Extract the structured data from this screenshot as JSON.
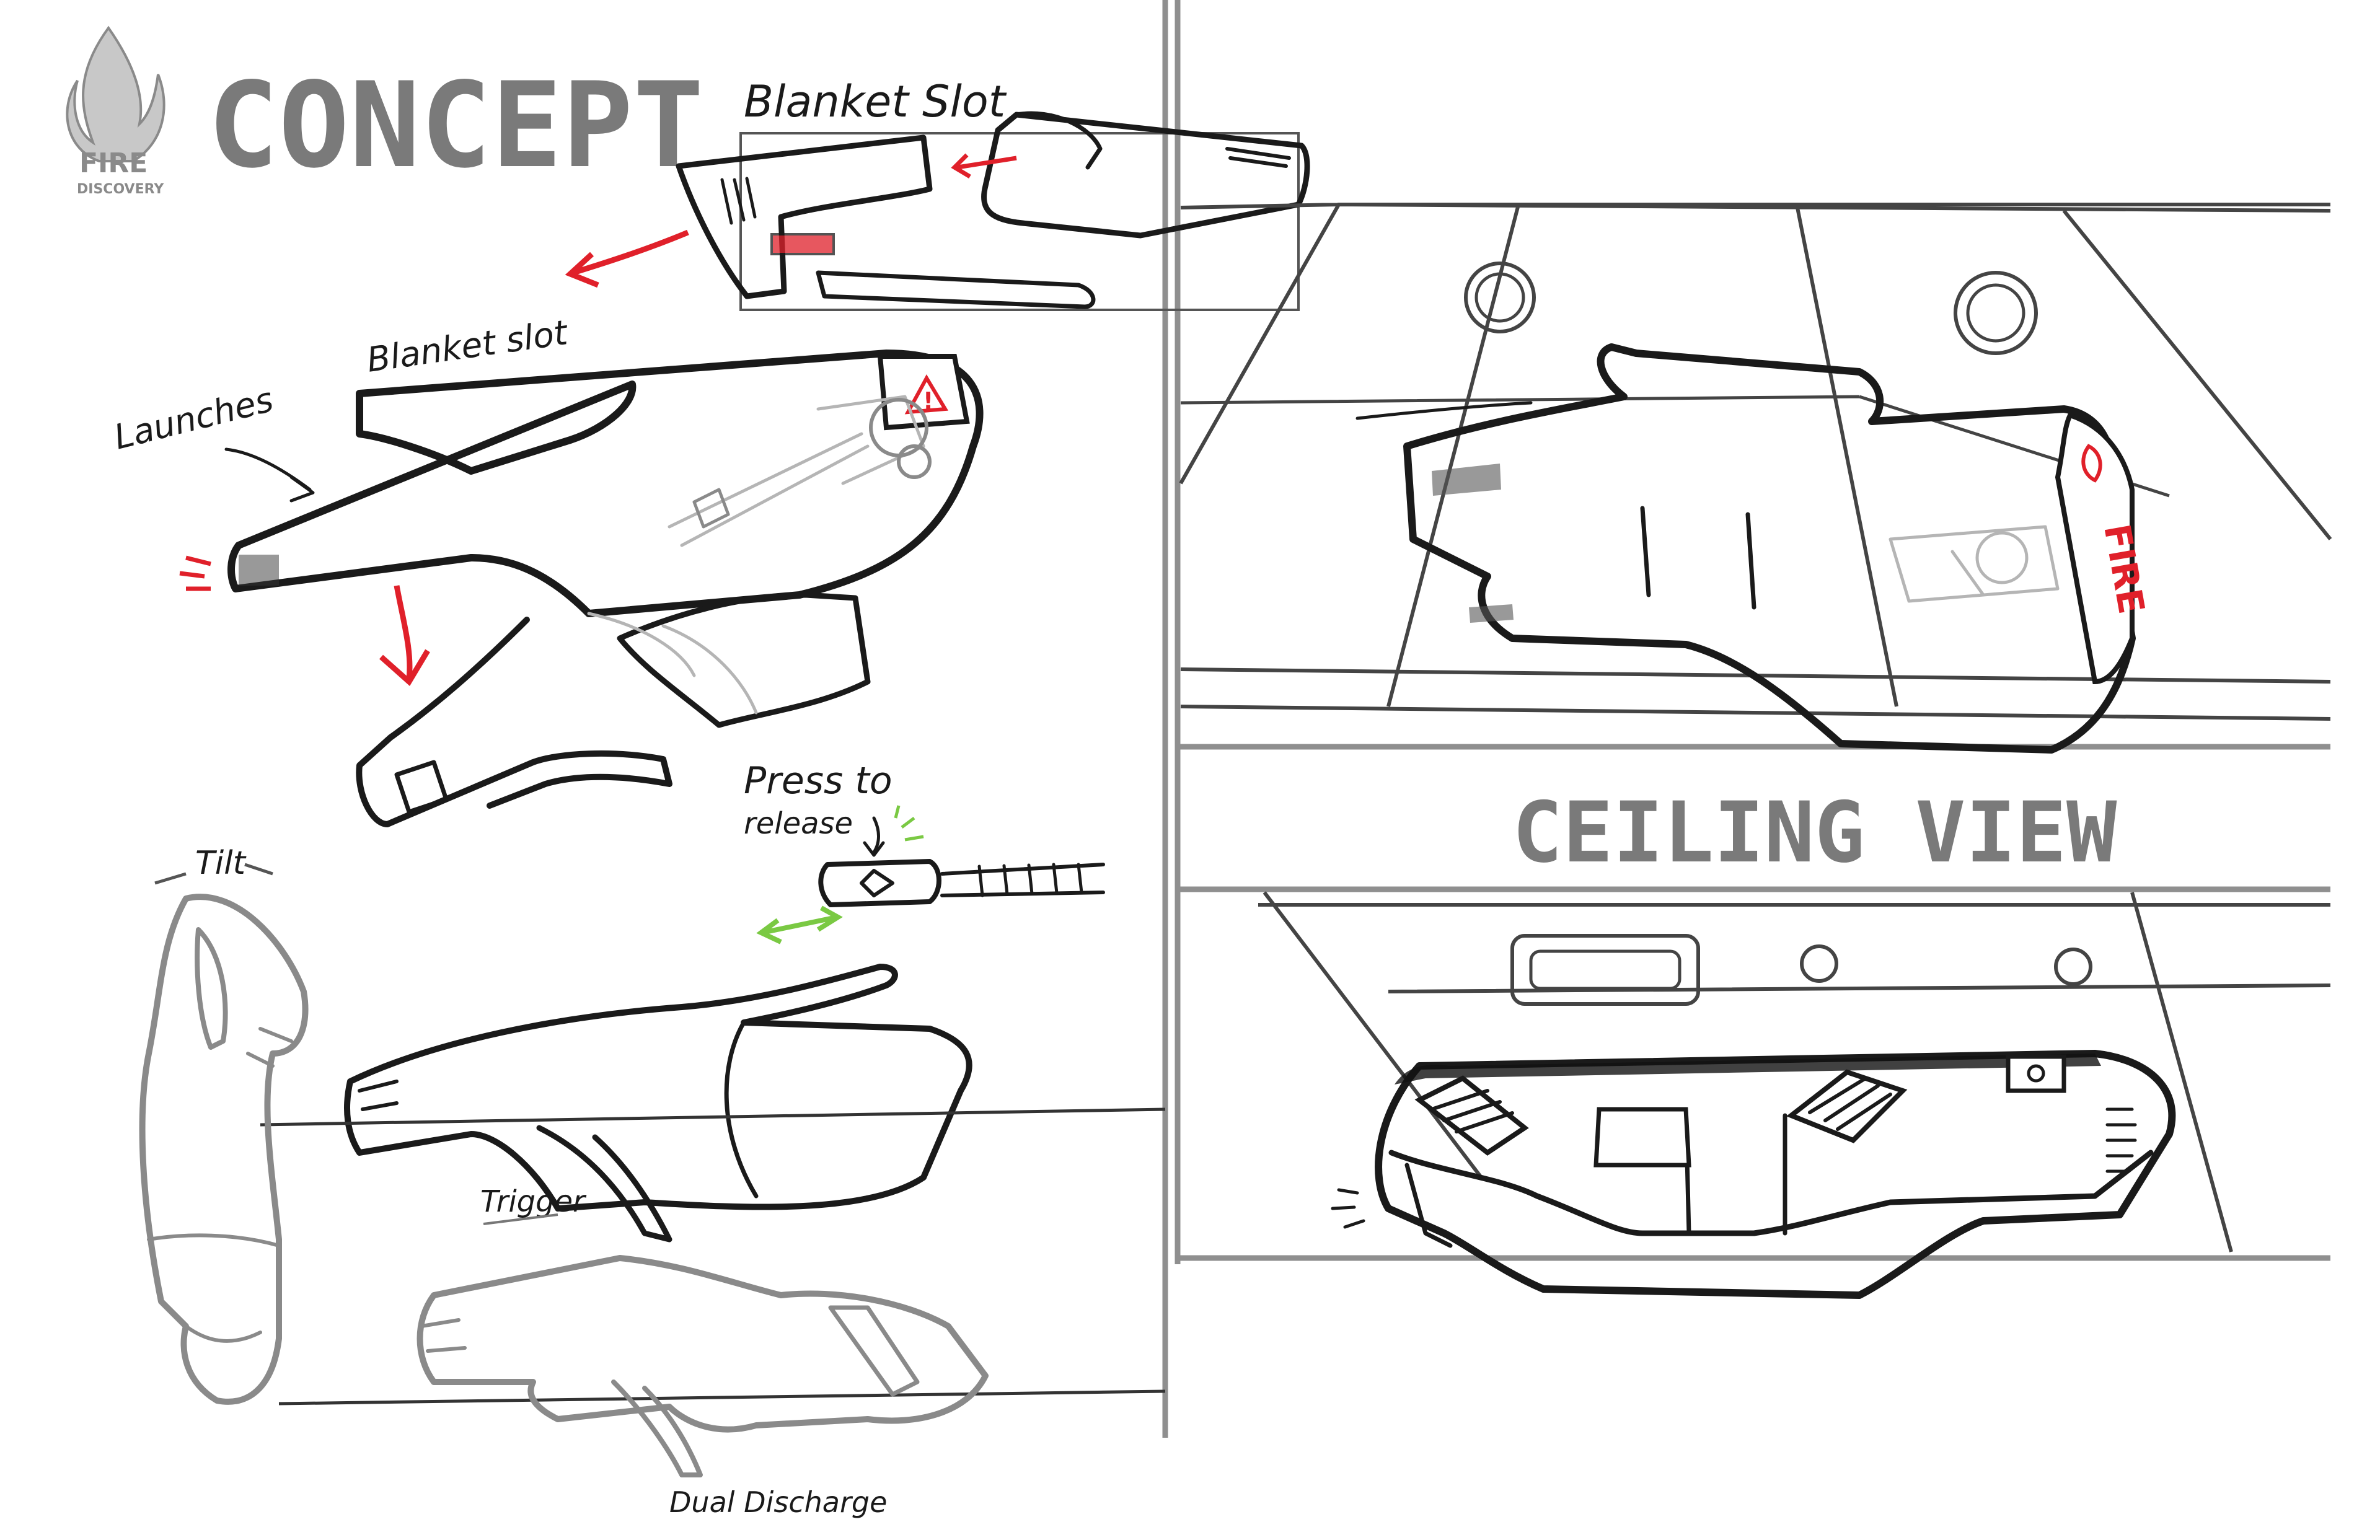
{
  "logo": {
    "brand_text": "FIRE",
    "sub_text": "DISCOVERY",
    "color": "#8a8a8a"
  },
  "header": {
    "title": "CONCEPT"
  },
  "annotations": {
    "blanket_slot_top": "Blanket Slot",
    "blanket_slot_mid": "Blanket slot",
    "launches": "Launches",
    "press_to": "Press to",
    "release": "release",
    "tilt": "Tilt",
    "trigger": "Trigger",
    "dual_discharge": "Dual Discharge"
  },
  "ceiling": {
    "label": "CEILING VIEW",
    "device_brand": "FIRE"
  },
  "colors": {
    "accent_red": "#e0202a",
    "accent_green": "#7ac943",
    "ink": "#1a1a1a",
    "frame_gray": "#8f8f8f"
  }
}
